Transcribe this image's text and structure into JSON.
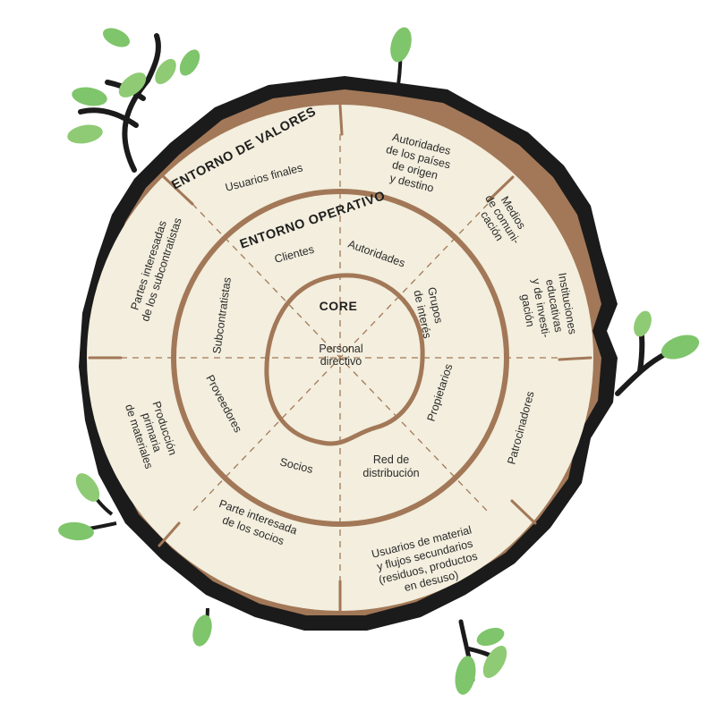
{
  "rings": {
    "outer_title": "ENTORNO DE VALORES",
    "middle_title": "ENTORNO OPERATIVO",
    "core_title": "CORE"
  },
  "core": {
    "label": "Personal directivo"
  },
  "operativo": {
    "clientes": "Clientes",
    "autoridades": "Autoridades",
    "grupos": "Grupos de interés",
    "propietarios": "Propietarios",
    "red": "Red de distribución",
    "socios": "Socios",
    "proveedores": "Proveedores",
    "subcontratistas": "Subcontratistas"
  },
  "valores": {
    "usuarios_finales": "Usuarios finales",
    "autoridades_paises": "Autoridades de los países de origen y destino",
    "medios": "Medios de comunicación",
    "instituciones": "Instituciones educativas y de investigación",
    "patrocinadores": "Patrocinadores",
    "usuarios_material": "Usuarios de material y flujos secundarios (residuos, productos en desuso)",
    "parte_socios": "Parte interesada de los socios",
    "produccion": "Producción primaria de materiales",
    "partes_subcontratistas": "Partes interesadas de los subcontratistas"
  },
  "colors": {
    "bark": "#1b1b1b",
    "wood": "#a27858",
    "cream": "#f3eedd",
    "leaf": "#7fc56b",
    "leaf_dark": "#4f9a4a"
  }
}
